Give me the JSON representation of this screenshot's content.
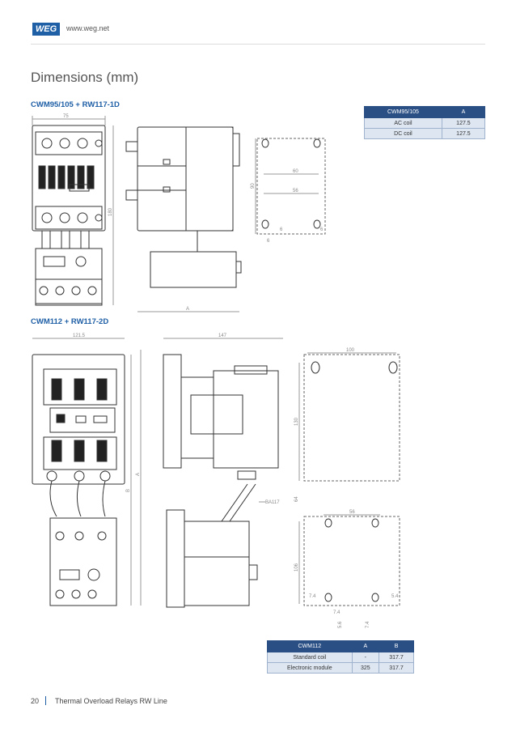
{
  "header": {
    "logo_text": "WEG",
    "website": "www.weg.net"
  },
  "section_title": "Dimensions (mm)",
  "top": {
    "title": "CWM95/105 + RW117-1D",
    "table": {
      "headers": [
        "CWM95/105",
        "A"
      ],
      "rows": [
        [
          "AC coil",
          "127.5"
        ],
        [
          "DC coil",
          "127.5"
        ]
      ]
    },
    "dims": {
      "width": "75",
      "height": "180",
      "a": "A",
      "mount_h": "90",
      "mount_w1": "60",
      "mount_w2": "56",
      "d1": "6",
      "d2": "6",
      "d3": "6"
    }
  },
  "bottom": {
    "title": "CWM112 + RW117-2D",
    "table": {
      "headers": [
        "CWM112",
        "A",
        "B"
      ],
      "rows": [
        [
          "Standard coil",
          "-",
          "317.7"
        ],
        [
          "Electronic module",
          "325",
          "317.7"
        ]
      ]
    },
    "dims": {
      "width": "121.5",
      "depth": "147",
      "b": "B",
      "a": "A",
      "part": "BA117",
      "p100": "100",
      "p130": "130",
      "p64": "64",
      "p56": "56",
      "p106": "106",
      "p7a": "7.4",
      "p7b": "7.4",
      "p74": "7.4",
      "p56b": "5.6",
      "p54": "5.4"
    }
  },
  "footer": {
    "page": "20",
    "title": "Thermal Overload Relays RW Line"
  }
}
